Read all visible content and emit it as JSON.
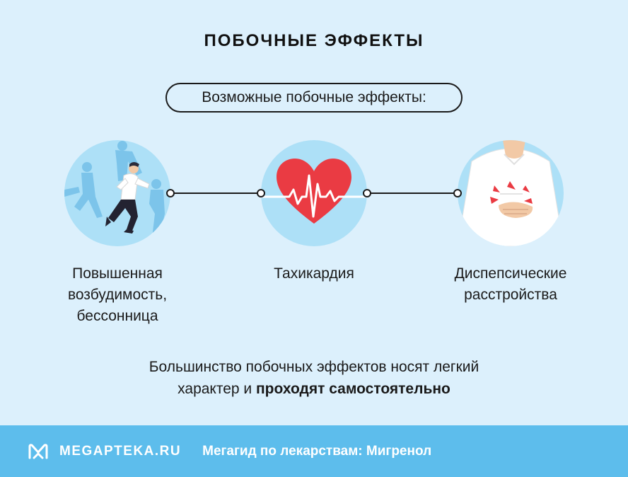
{
  "header": {
    "title": "ПОБОЧНЫЕ ЭФФЕКТЫ",
    "subtitle": "Возможные побочные эффекты:"
  },
  "effects": [
    {
      "line1": "Повышенная",
      "line2": "возбудимость,",
      "line3": "бессонница",
      "icon": "running-person-icon"
    },
    {
      "line1": "Тахикардия",
      "icon": "heartbeat-icon"
    },
    {
      "line1": "Диспепсические",
      "line2": "расстройства",
      "icon": "stomach-pain-icon"
    }
  ],
  "summary": {
    "part1": "Большинство побочных эффектов носят легкий",
    "part2": "характер и ",
    "bold": "проходят самостоятельно"
  },
  "footer": {
    "brand": "MEGAPTEKA.RU",
    "text": "Мегагид по лекарствам: Мигренол"
  },
  "colors": {
    "background": "#dcf0fc",
    "circle": "#ade0f7",
    "footer": "#5dbdec",
    "heart": "#ea3b43"
  }
}
